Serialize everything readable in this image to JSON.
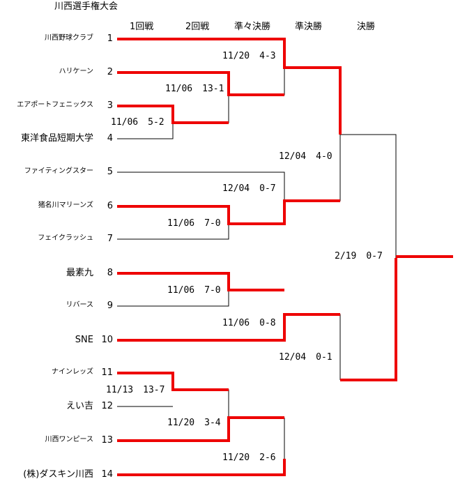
{
  "title": "川西選手権大会",
  "rounds": [
    "1回戦",
    "2回戦",
    "準々決勝",
    "準決勝",
    "決勝"
  ],
  "teams": [
    {
      "num": "1",
      "name": "川西野球クラブ",
      "small": true
    },
    {
      "num": "2",
      "name": "ハリケーン",
      "small": true
    },
    {
      "num": "3",
      "name": "エアポートフェニックス",
      "small": true
    },
    {
      "num": "4",
      "name": "東洋食品短期大学",
      "small": false
    },
    {
      "num": "5",
      "name": "ファイティングスター",
      "small": true
    },
    {
      "num": "6",
      "name": "猪名川マリーンズ",
      "small": true
    },
    {
      "num": "7",
      "name": "フェイクラッシュ",
      "small": true
    },
    {
      "num": "8",
      "name": "最素九",
      "small": false
    },
    {
      "num": "9",
      "name": "リバース",
      "small": true
    },
    {
      "num": "10",
      "name": "SNE",
      "small": false
    },
    {
      "num": "11",
      "name": "ナインレッズ",
      "small": true
    },
    {
      "num": "12",
      "name": "えい吉",
      "small": false
    },
    {
      "num": "13",
      "name": "川西ワンピース",
      "small": true
    },
    {
      "num": "14",
      "name": "(株)ダスキン川西",
      "small": false
    }
  ],
  "scores": [
    {
      "id": "m-qf-1",
      "date": "11/20",
      "score": "4-3"
    },
    {
      "id": "m-r2-1",
      "date": "11/06",
      "score": "13-1"
    },
    {
      "id": "m-r1-1",
      "date": "11/06",
      "score": "5-2"
    },
    {
      "id": "m-sf-1",
      "date": "12/04",
      "score": "4-0"
    },
    {
      "id": "m-qf-2",
      "date": "12/04",
      "score": "0-7"
    },
    {
      "id": "m-r2-2",
      "date": "11/06",
      "score": "7-0"
    },
    {
      "id": "m-final",
      "date": "2/19",
      "score": "0-7"
    },
    {
      "id": "m-r2-3",
      "date": "11/06",
      "score": "7-0"
    },
    {
      "id": "m-qf-3",
      "date": "11/06",
      "score": "0-8"
    },
    {
      "id": "m-sf-2",
      "date": "12/04",
      "score": "0-1"
    },
    {
      "id": "m-r1-2",
      "date": "11/13",
      "score": "13-7"
    },
    {
      "id": "m-r2-4",
      "date": "11/20",
      "score": "3-4"
    },
    {
      "id": "m-qf-4",
      "date": "11/20",
      "score": "2-6"
    }
  ],
  "colors": {
    "winner": "#ee0000",
    "line": "#000000"
  }
}
